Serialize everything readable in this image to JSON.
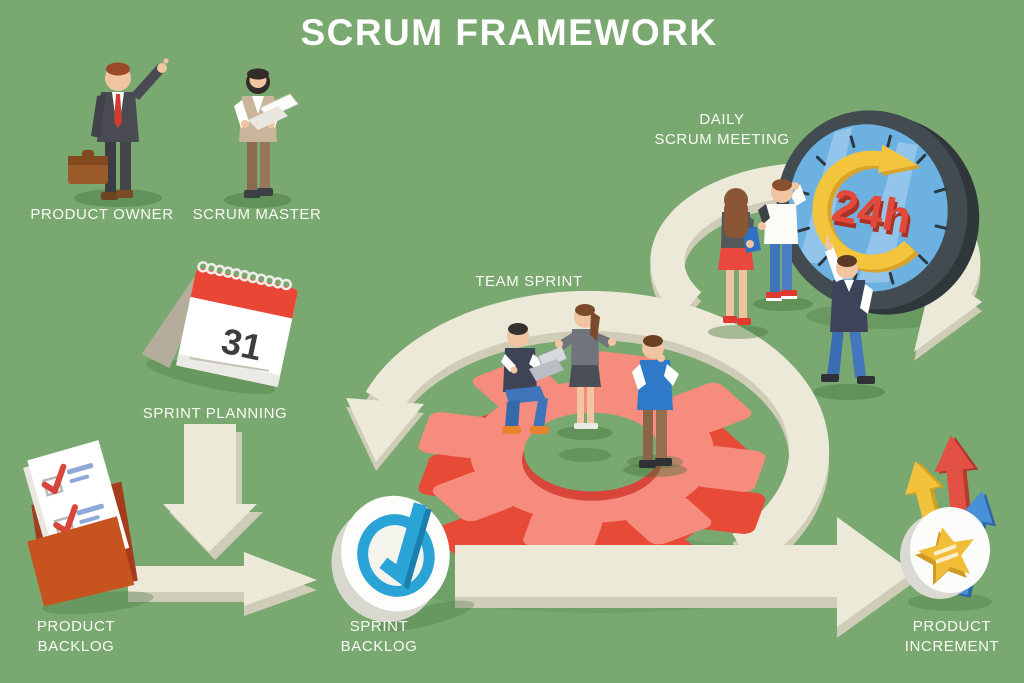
{
  "title": "SCRUM FRAMEWORK",
  "labels": {
    "product_owner": "PRODUCT OWNER",
    "scrum_master": "SCRUM MASTER",
    "daily_scrum_meeting": "DAILY\nSCRUM MEETING",
    "team_sprint": "TEAM SPRINT",
    "sprint_planning": "SPRINT PLANNING",
    "product_backlog": "PRODUCT\nBACKLOG",
    "sprint_backlog": "SPRINT\nBACKLOG",
    "product_increment": "PRODUCT\nINCREMENT"
  },
  "clock": {
    "duration_label": "24h"
  },
  "calendar": {
    "day": "31"
  },
  "icons": {
    "clock": "24h-cycle-clock",
    "calendar": "tent-calendar-31",
    "gear": "sprint-gear",
    "folder": "product-backlog-folder",
    "check": "sprint-backlog-check",
    "star": "product-increment-star",
    "loop": "scrum-loop-arrow",
    "growth_arrows": "increment-growth-arrows"
  },
  "colors": {
    "background": "#7aa871",
    "text": "#ffffff",
    "arrow_cream": "#ece9d8",
    "arrow_cream_shade": "#cfccb8",
    "gear_top": "#f58c7d",
    "gear_side": "#e84a38",
    "clock_rim": "#414b50",
    "clock_face": "#6db1e1",
    "cycle_arrow_yellow": "#f2c53d",
    "duration_red": "#e2493b",
    "calendar_red": "#ea4636",
    "folder_orange": "#c7531f",
    "check_blue": "#2aa3d6",
    "star_gold": "#f1bd37",
    "increment_yellow": "#f2c23c",
    "increment_red": "#e25143",
    "increment_blue": "#4a90d8"
  }
}
